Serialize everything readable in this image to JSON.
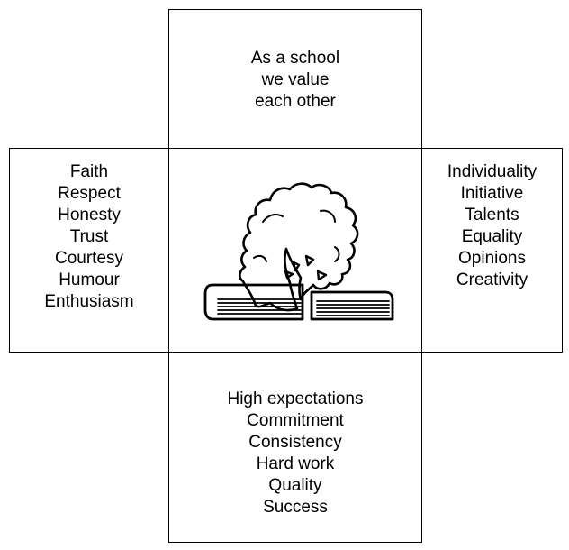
{
  "top": {
    "lines": [
      "As a school",
      "we value",
      "each other"
    ]
  },
  "left": {
    "items": [
      "Faith",
      "Respect",
      "Honesty",
      "Trust",
      "Courtesy",
      "Humour",
      "Enthusiasm"
    ]
  },
  "right": {
    "items": [
      "Individuality",
      "Initiative",
      "Talents",
      "Equality",
      "Opinions",
      "Creativity"
    ]
  },
  "bottom": {
    "items": [
      "High expectations",
      "Commitment",
      "Consistency",
      "Hard work",
      "Quality",
      "Success"
    ]
  },
  "center": {
    "logo_icon": "tree-and-books-icon"
  }
}
